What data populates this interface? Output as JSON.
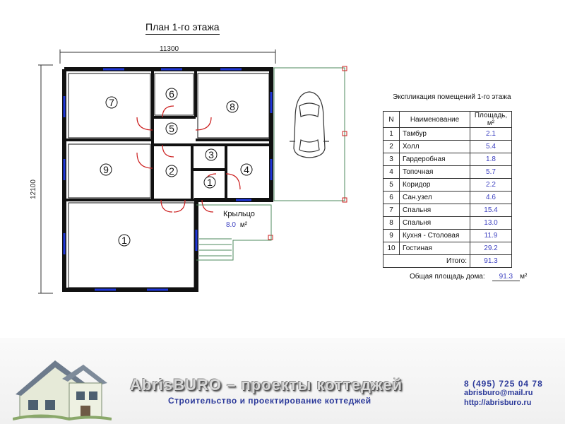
{
  "plan": {
    "title": "План 1-го этажа",
    "dim_width": "11300",
    "dim_height": "12100",
    "room_numbers": [
      "1",
      "2",
      "3",
      "4",
      "5",
      "6",
      "7",
      "8",
      "9",
      "1"
    ],
    "porch_label": "Крыльцо",
    "porch_area": "8.0",
    "porch_unit": "м²"
  },
  "table": {
    "title": "Экспликация помещений 1-го этажа",
    "headers": {
      "num": "N",
      "name": "Наименование",
      "area": "Площадь, м²"
    },
    "rows": [
      {
        "num": "1",
        "name": "Тамбур",
        "area": "2.1"
      },
      {
        "num": "2",
        "name": "Холл",
        "area": "5.4"
      },
      {
        "num": "3",
        "name": "Гардеробная",
        "area": "1.8"
      },
      {
        "num": "4",
        "name": "Топочная",
        "area": "5.7"
      },
      {
        "num": "5",
        "name": "Коридор",
        "area": "2.2"
      },
      {
        "num": "6",
        "name": "Сан.узел",
        "area": "4.6"
      },
      {
        "num": "7",
        "name": "Спальня",
        "area": "15.4"
      },
      {
        "num": "8",
        "name": "Спальня",
        "area": "13.0"
      },
      {
        "num": "9",
        "name": "Кухня - Столовая",
        "area": "11.9"
      },
      {
        "num": "10",
        "name": "Гостиная",
        "area": "29.2"
      }
    ],
    "total_label": "Итого:",
    "total_value": "91.3",
    "house_total_label": "Общая площадь дома:",
    "house_total_value": "91.3",
    "house_total_unit": "м²"
  },
  "footer": {
    "brand": "AbrisBURO – проекты коттеджей",
    "tagline": "Строительство и проектирование коттеджей",
    "phone": "8 (495) 725 04 78",
    "email": "abrisburo@mail.ru",
    "site": "http://abrisburo.ru"
  },
  "colors": {
    "wall": "#111111",
    "window": "#1d35d8",
    "door": "#cc1f1f",
    "dim": "#4c8a5c",
    "accent": "#3b3fc0"
  }
}
